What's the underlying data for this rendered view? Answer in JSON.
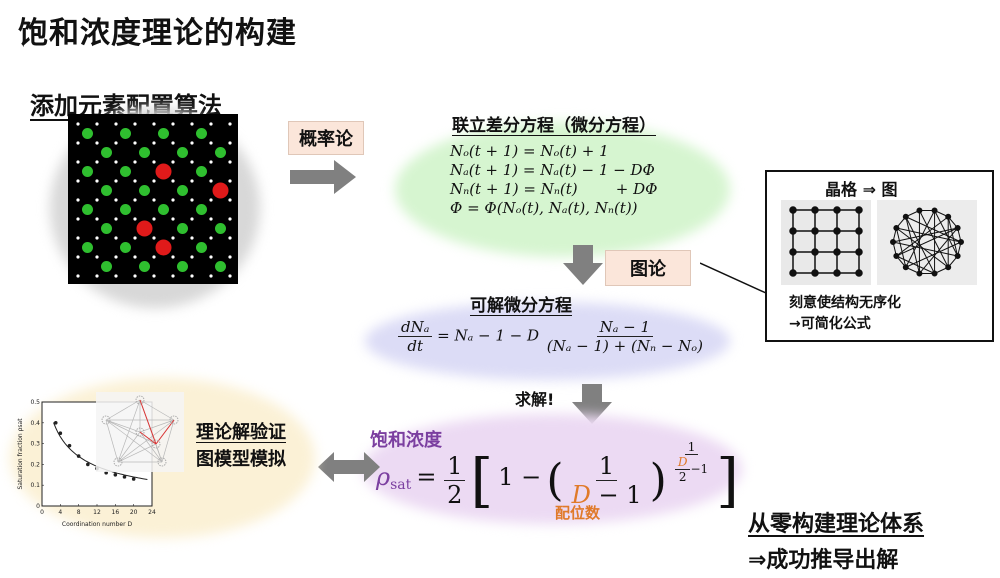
{
  "title": "饱和浓度理论的构建",
  "subtitle": "添加元素配置算法",
  "labels": {
    "probability": "概率论",
    "graph_theory": "图论",
    "solve": "求解!",
    "verification_line1": "理论解验证",
    "verification_line2": "图模型模拟",
    "saturation": "饱和浓度",
    "coordination": "配位数"
  },
  "diff_eq": {
    "heading": "联立差分方程（微分方程）",
    "lines": [
      "Nₒ(t + 1) = Nₒ(t) + 1",
      "Nₐ(t + 1) = Nₐ(t) − 1 − DΦ",
      "Nₙ(t + 1) = Nₙ(t)        + DΦ",
      "Φ = Φ(Nₒ(t), Nₐ(t), Nₙ(t))"
    ]
  },
  "solvable": {
    "heading": "可解微分方程",
    "lhs_num": "dNₐ",
    "lhs_den": "dt",
    "middle": "= Nₐ − 1 − D",
    "rhs_num": "Nₐ − 1",
    "rhs_den": "(Nₐ − 1) + (Nₙ − Nₒ)"
  },
  "formula": {
    "rho": "ρ",
    "rho_sub": "sat",
    "half_num": "1",
    "half_den": "2",
    "one": "1 −",
    "inner_num": "1",
    "inner_den_d": "D",
    "inner_den_rest": " − 1",
    "exp_num": "1",
    "exp_den_d": "D",
    "exp_den_rest": "2",
    "exp_tail": "−1"
  },
  "callout": {
    "heading": "晶格 ⇒ 图",
    "line1": "刻意使结构无序化",
    "line2": "→可简化公式"
  },
  "conclusion": {
    "line1": "从零构建理论体系",
    "line2": "⇒成功推导出解"
  },
  "plot": {
    "ylabel": "Saturation fraction ρsat",
    "xlabel": "Coordination number D",
    "xticks": [
      "0",
      "4",
      "8",
      "12",
      "16",
      "20",
      "24"
    ],
    "yticks": [
      "0",
      "0.1",
      "0.2",
      "0.3",
      "0.4",
      "0.5"
    ]
  },
  "chart_data": {
    "type": "scatter",
    "xlabel": "Coordination number D",
    "ylabel": "Saturation fraction ρsat",
    "xlim": [
      0,
      24
    ],
    "ylim": [
      0,
      0.5
    ],
    "series": [
      {
        "x": [
          3,
          4,
          6,
          8,
          10,
          12,
          14,
          16,
          18,
          20
        ],
        "y": [
          0.4,
          0.35,
          0.29,
          0.24,
          0.2,
          0.18,
          0.16,
          0.15,
          0.14,
          0.13
        ]
      }
    ]
  },
  "colors": {
    "purple": "#7b3fa0",
    "orange": "#e07a2a",
    "arrow": "#808080"
  }
}
